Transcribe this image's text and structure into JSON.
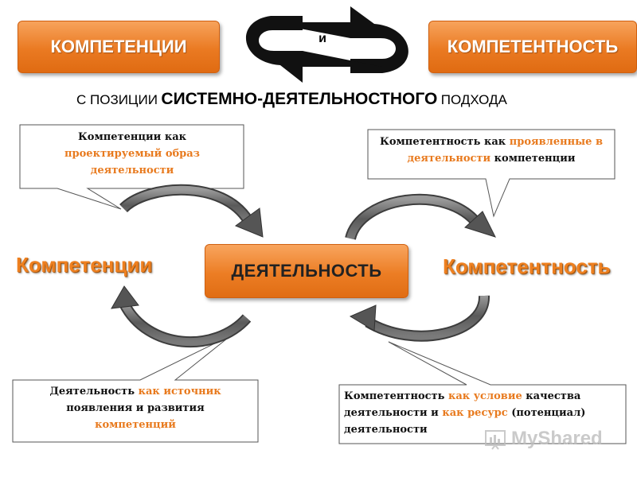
{
  "header": {
    "left_label": "КОМПЕТЕНЦИИ",
    "connector": "и",
    "right_label": "КОМПЕТЕНТНОСТЬ"
  },
  "subtitle": {
    "prefix": "С ПОЗИЦИИ",
    "main": "СИСТЕМНО-ДЕЯТЕЛЬНОСТНОГО",
    "suffix": "ПОДХОДА"
  },
  "center": {
    "label": "ДЕЯТЕЛЬНОСТЬ"
  },
  "side": {
    "left": "Компетенции",
    "right": "Компетентность"
  },
  "callouts": {
    "top_left": {
      "a": "Компетенции как",
      "b": "проектируемый образ деятельности"
    },
    "top_right": {
      "a": "Компетентность как",
      "b": "проявленные в деятельности",
      "c": "компетенции"
    },
    "bottom_left": {
      "a": "Деятельность",
      "b": "как источник",
      "c": "появления и развития",
      "d": "компетенций"
    },
    "bottom_right": {
      "a": "Компетентность",
      "b": "как условие",
      "c": "качества деятельности и",
      "d": "как ресурс",
      "e": "(потенциал) деятельности"
    }
  },
  "watermark": {
    "text": "MyShared"
  },
  "colors": {
    "accent": "#ea7a22",
    "arrow": "#6b6b6b",
    "text_orange": "#e87a1e"
  }
}
